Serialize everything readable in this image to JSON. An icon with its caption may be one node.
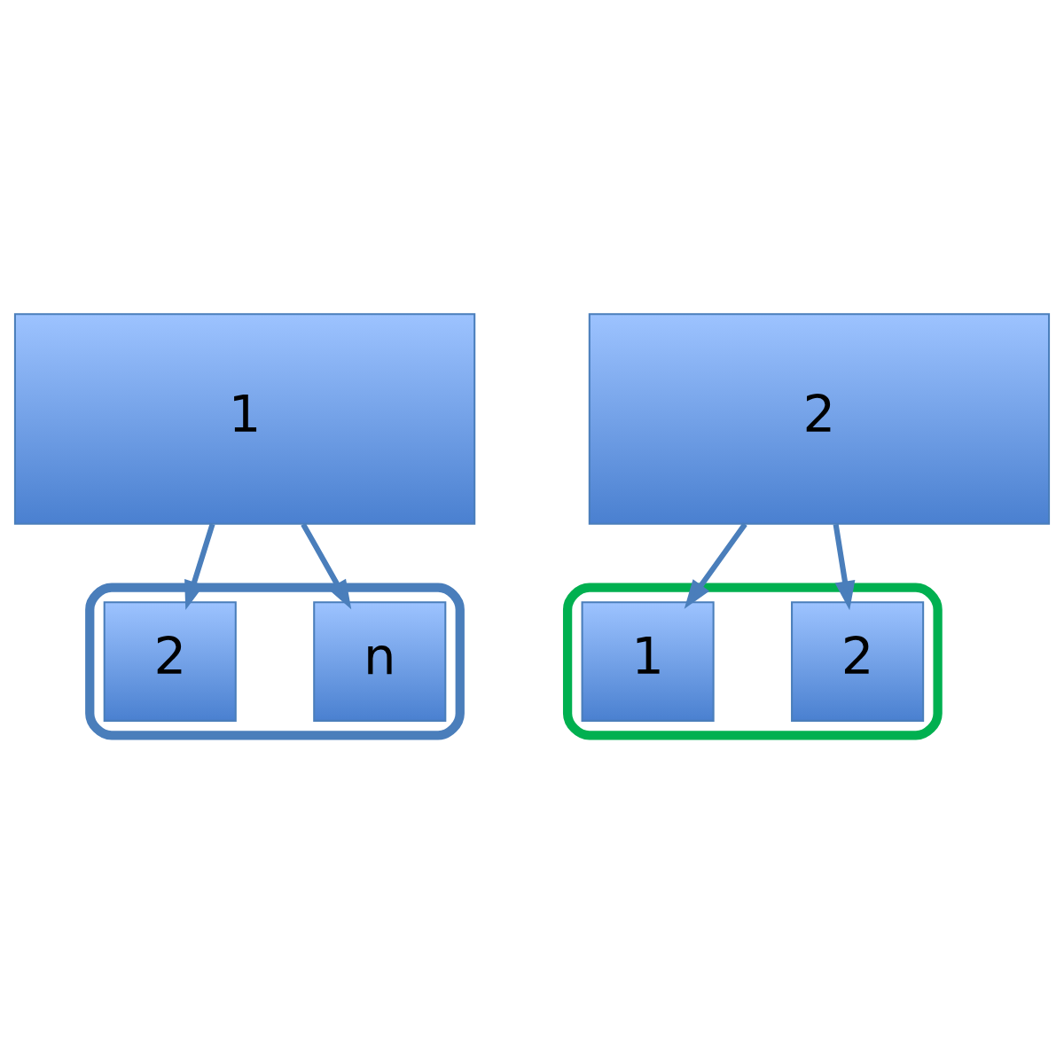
{
  "diagram": {
    "nodes": [
      {
        "text": [
          "1"
        ]
      },
      {
        "text": [
          "2"
        ]
      },
      {
        "text": [],
        "shape": "box"
      },
      {
        "text": [
          "2"
        ],
        "in": 2
      },
      {
        "text": [
          "n"
        ],
        "in": 2
      },
      {
        "text": [],
        "shape": "box"
      },
      {
        "text": [
          "1"
        ],
        "in": 5
      },
      {
        "text": [
          "2"
        ],
        "in": 5
      }
    ],
    "edges": [
      {
        "from": 0,
        "to": 3,
        "arrow": "to"
      },
      {
        "from": 0,
        "to": 4,
        "arrow": "to"
      },
      {
        "from": 1,
        "to": 6,
        "arrow": "to"
      },
      {
        "from": 1,
        "to": 7,
        "arrow": "to"
      }
    ]
  }
}
